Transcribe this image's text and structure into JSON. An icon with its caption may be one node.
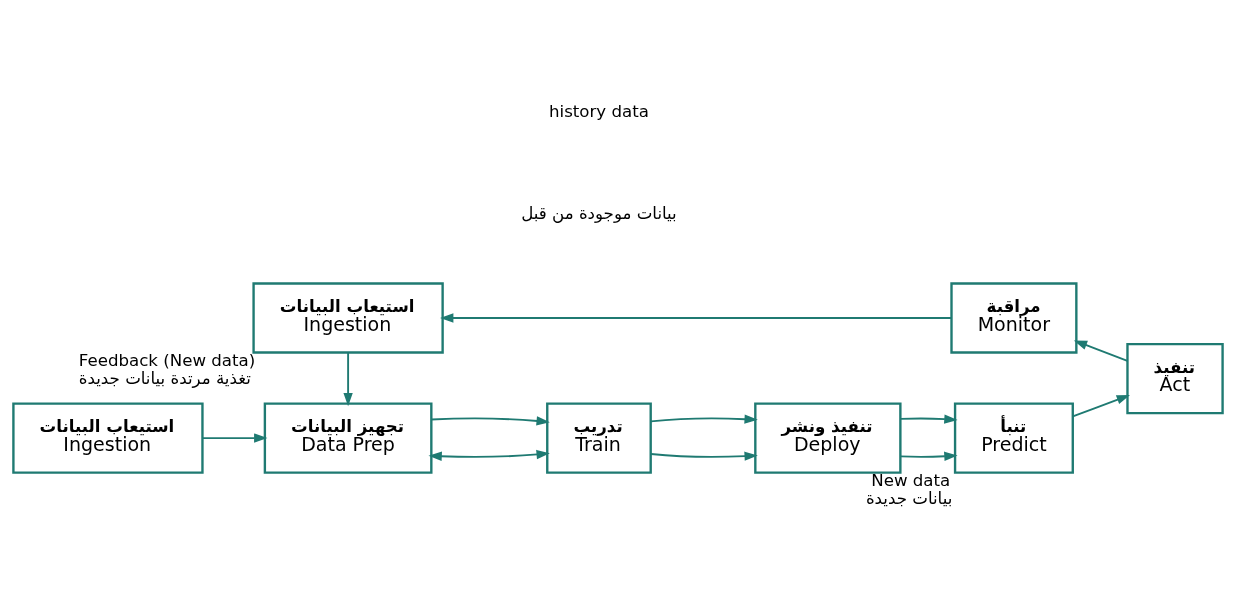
{
  "diagram": {
    "nodes": [
      {
        "text": [
          "استيعاب البيانات",
          "Ingestion"
        ]
      },
      {
        "text": [
          "تجهيز البيانات",
          "Data Prep"
        ]
      },
      {
        "text": [
          "تدريب",
          "Train"
        ]
      },
      {
        "text": [
          "تنفيذ ونشر",
          "Deploy"
        ]
      },
      {
        "text": [
          "تنبأ",
          "Predict"
        ],
        "beside": [
          "New data",
          "بيانات جديدة"
        ]
      },
      {
        "text": [
          "تنفيذ",
          "Act"
        ]
      },
      {
        "text": [
          "مراقبة",
          "Monitor"
        ]
      },
      {
        "text": [
          "استيعاب البيانات",
          "Ingestion"
        ],
        "beside": [
          "Feedback (New data)",
          "تغذية مرتدة بيانات جديدة"
        ]
      }
    ],
    "edges": [
      {
        "from": 0,
        "to": 1,
        "arrow": "to"
      },
      {
        "from": 1,
        "to": 2,
        "arrow": "both"
      },
      {
        "from": 1,
        "to": 2,
        "arrow": "to"
      },
      {
        "from": 2,
        "to": 3,
        "arrow": "to"
      },
      {
        "from": 2,
        "to": 3,
        "arrow": "to"
      },
      {
        "from": 3,
        "to": 4,
        "arrow": "to"
      },
      {
        "from": 3,
        "to": 4,
        "arrow": "to"
      },
      {
        "from": 4,
        "to": 5,
        "arrow": "to"
      },
      {
        "from": 5,
        "to": 6,
        "arrow": "to"
      },
      {
        "from": 6,
        "to": 7,
        "arrow": "to"
      },
      {
        "from": 7,
        "to": 1,
        "arrow": "to"
      }
    ],
    "labels": [
      "بيانات موجودة من قبل",
      "history data"
    ]
  }
}
